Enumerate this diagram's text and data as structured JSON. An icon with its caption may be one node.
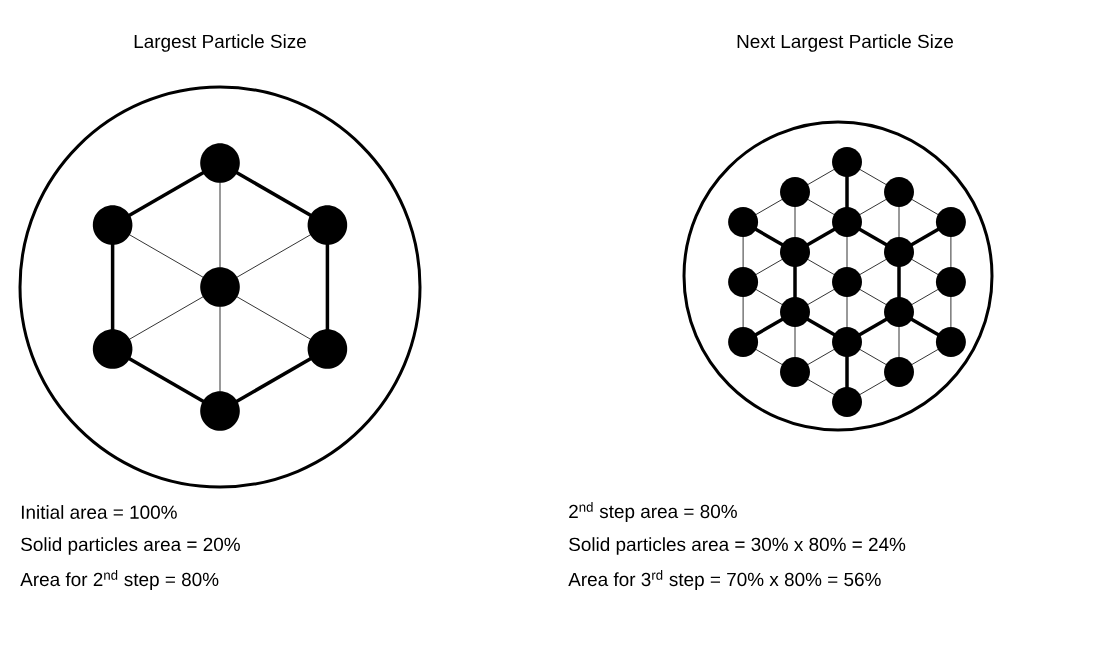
{
  "diagram": {
    "labels": [
      "Largest Particle Size",
      "Next Largest Particle Size",
      "Initial area = 100%",
      "Solid particles area = 20%",
      "Area for 2$^{nd}$ step = 80%",
      "2$^{nd}$ step area = 80%",
      "Solid particles area = 30% x 80% = 24%",
      "Area for 3$^{rd}$ step = 70% x 80% = 56%"
    ]
  }
}
